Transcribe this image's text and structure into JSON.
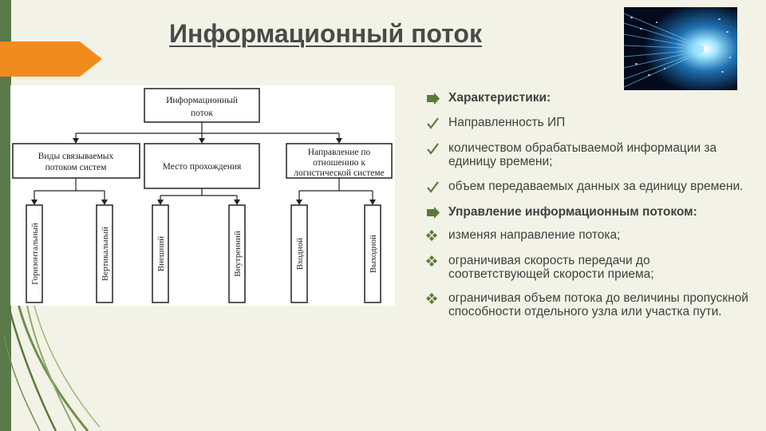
{
  "title": "Информационный поток",
  "diagram": {
    "root": [
      "Информационный",
      "поток"
    ],
    "types": [
      {
        "lines": [
          "Виды связываемых",
          "потоком систем"
        ],
        "children": [
          "Горизонтальный",
          "Вертикальный"
        ]
      },
      {
        "lines": [
          "Место прохождения"
        ],
        "children": [
          "Внешний",
          "Внутренний"
        ]
      },
      {
        "lines": [
          "Направление по",
          "отношению к",
          "логистической системе"
        ],
        "children": [
          "Входной",
          "Выходной"
        ]
      }
    ]
  },
  "characteristics": {
    "heading": "Характеристики:",
    "items": [
      "Направленность ИП",
      "количеством обрабатываемой информации за единицу времени;",
      "объем передаваемых данных за единицу времени."
    ]
  },
  "management": {
    "heading": "Управление информационным потоком:",
    "items": [
      "изменяя направление потока;",
      "ограничивая скорость передачи до соответствующей скорости приема;",
      "ограничивая объем потока до величины пропускной способности отдельного узла или участка пути."
    ]
  },
  "icons": {
    "heading_marker": "arrow-right-icon",
    "characteristic_marker": "checkmark-icon",
    "management_marker": "diamond-cluster-icon"
  },
  "colors": {
    "accent": "#f08c1e",
    "band": "#5a7a4a",
    "marker": "#5a7a3a",
    "background": "#f2f2e6"
  }
}
